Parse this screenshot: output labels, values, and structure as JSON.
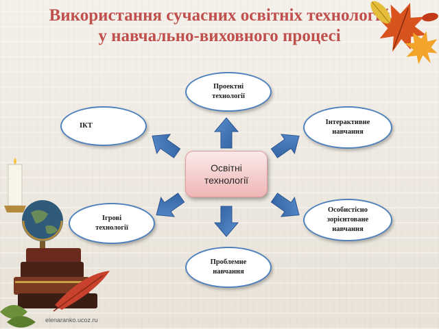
{
  "title": {
    "line1": "Використання сучасних освітніх технологій",
    "line2": "у навчально-виховного процесі"
  },
  "center": {
    "label": "Освітні технології"
  },
  "nodes": {
    "project": "Проектні технології",
    "ikt": "ІКТ",
    "interactive": "Інтерактивне навчання",
    "games": "Ігрові технології",
    "personal": "Особистісно зорієнтоване навчання",
    "problem": "Проблемне навчання"
  },
  "credit": "elenaranko.ucoz.ru",
  "colors": {
    "title": "#c0504d",
    "node_border": "#4f81bd",
    "arrow": "#4f81bd",
    "center_fill": "#f0b6b6"
  }
}
